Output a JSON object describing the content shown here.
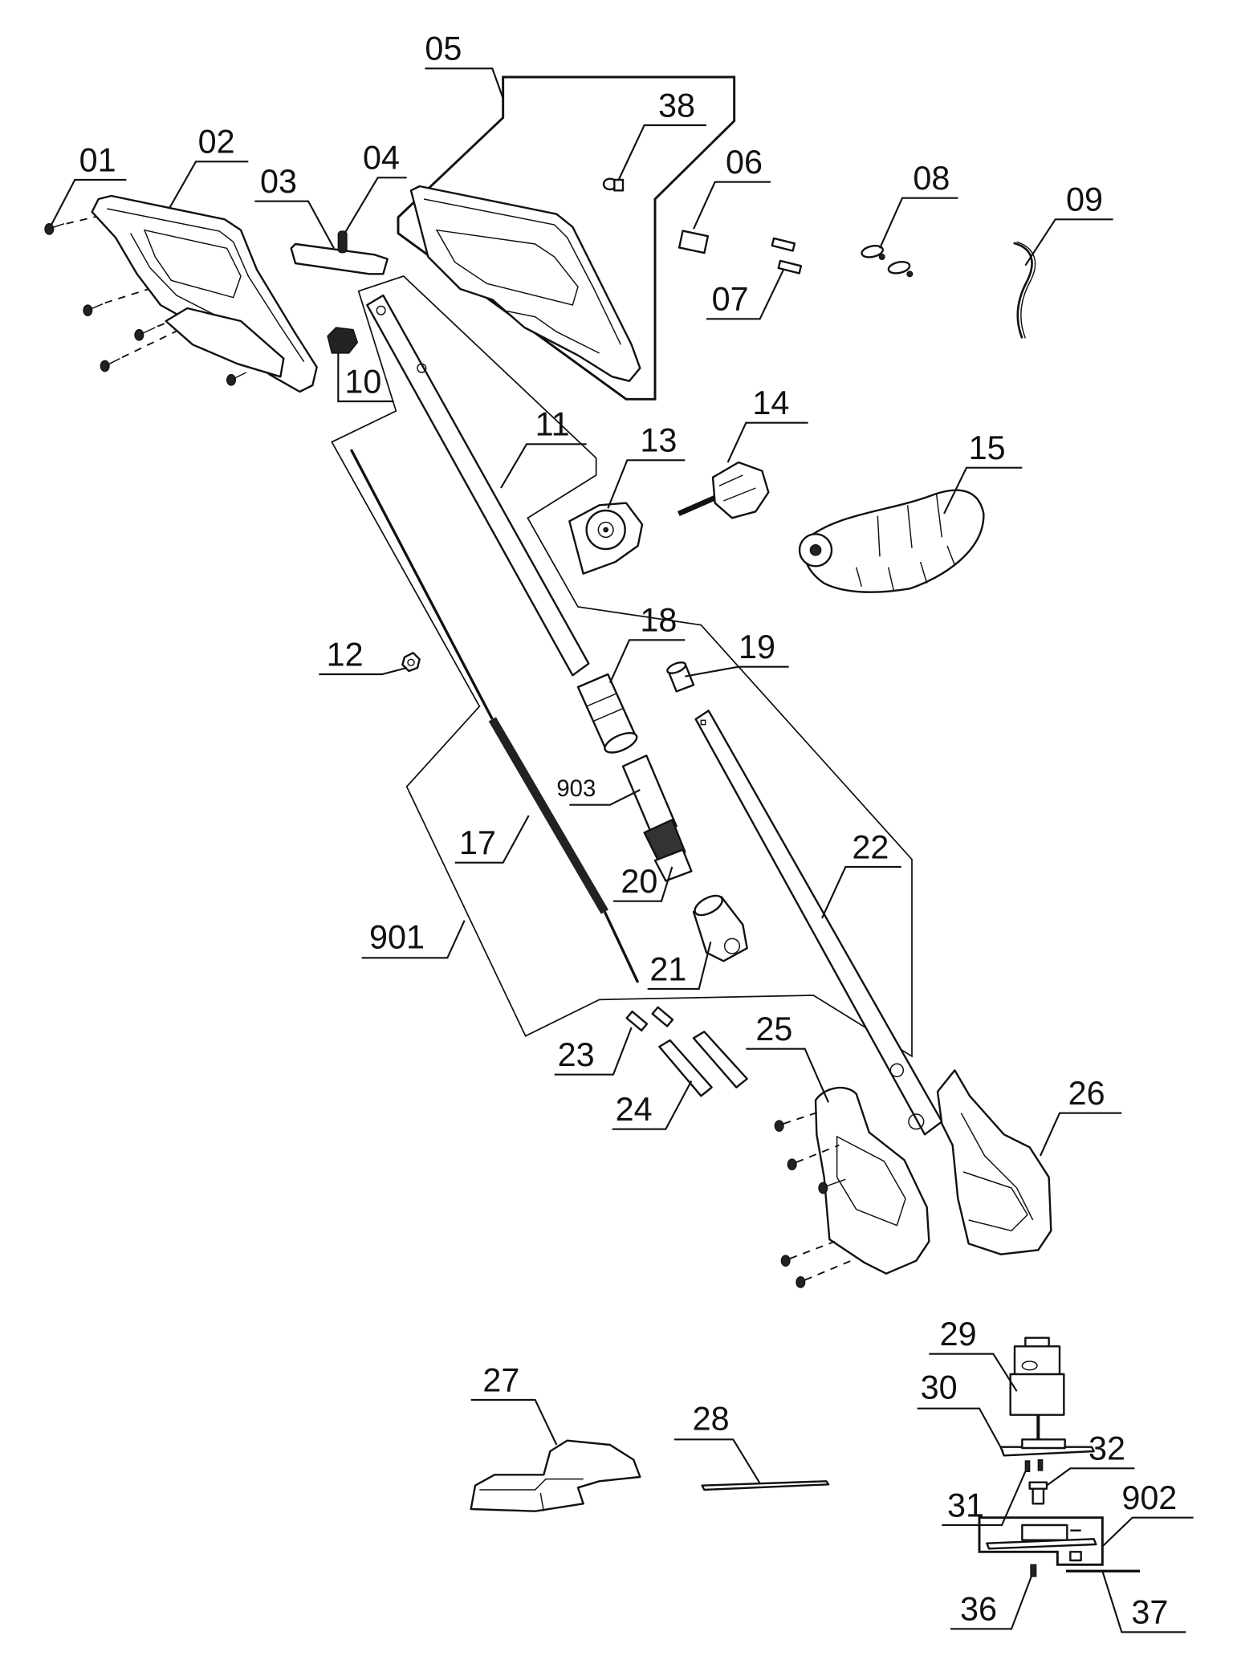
{
  "diagram": {
    "title": "Exploded parts view - cordless grass trimmer",
    "parts": [
      {
        "id": "01",
        "label": "01",
        "component": "screw"
      },
      {
        "id": "02",
        "label": "02",
        "component": "handle-housing-left"
      },
      {
        "id": "03",
        "label": "03",
        "component": "switch-trigger"
      },
      {
        "id": "04",
        "label": "04",
        "component": "spring"
      },
      {
        "id": "05",
        "label": "05",
        "component": "handle-housing-right-assembly"
      },
      {
        "id": "06",
        "label": "06",
        "component": "micro-switch"
      },
      {
        "id": "07",
        "label": "07",
        "component": "terminal-clips"
      },
      {
        "id": "08",
        "label": "08",
        "component": "cable-connectors"
      },
      {
        "id": "09",
        "label": "09",
        "component": "cable"
      },
      {
        "id": "10",
        "label": "10",
        "component": "lock-button"
      },
      {
        "id": "11",
        "label": "11",
        "component": "upper-tube"
      },
      {
        "id": "12",
        "label": "12",
        "component": "nut"
      },
      {
        "id": "13",
        "label": "13",
        "component": "adjust-knob-housing"
      },
      {
        "id": "14",
        "label": "14",
        "component": "adjust-knob"
      },
      {
        "id": "15",
        "label": "15",
        "component": "auxiliary-handle"
      },
      {
        "id": "17",
        "label": "17",
        "component": "spiral-cable"
      },
      {
        "id": "18",
        "label": "18",
        "component": "locking-sleeve"
      },
      {
        "id": "19",
        "label": "19",
        "component": "collar"
      },
      {
        "id": "20",
        "label": "20",
        "component": "telescopic-coupling"
      },
      {
        "id": "21",
        "label": "21",
        "component": "locking-nut"
      },
      {
        "id": "22",
        "label": "22",
        "component": "lower-tube"
      },
      {
        "id": "23",
        "label": "23",
        "component": "terminal-clips"
      },
      {
        "id": "24",
        "label": "24",
        "component": "pins"
      },
      {
        "id": "25",
        "label": "25",
        "component": "motor-housing-left"
      },
      {
        "id": "26",
        "label": "26",
        "component": "motor-housing-right"
      },
      {
        "id": "27",
        "label": "27",
        "component": "guard"
      },
      {
        "id": "28",
        "label": "28",
        "component": "blade"
      },
      {
        "id": "29",
        "label": "29",
        "component": "motor"
      },
      {
        "id": "30",
        "label": "30",
        "component": "motor-plate"
      },
      {
        "id": "31",
        "label": "31",
        "component": "screws"
      },
      {
        "id": "32",
        "label": "32",
        "component": "drive-bush"
      },
      {
        "id": "36",
        "label": "36",
        "component": "screw"
      },
      {
        "id": "37",
        "label": "37",
        "component": "cutting-line"
      },
      {
        "id": "38",
        "label": "38",
        "component": "cable-clamp"
      }
    ],
    "assemblies": [
      {
        "id": "901",
        "label": "901",
        "component": "spiral-cable-assembly"
      },
      {
        "id": "902",
        "label": "902",
        "component": "spool-assembly"
      },
      {
        "id": "903",
        "label": "903",
        "component": "coupling-assembly"
      }
    ]
  }
}
